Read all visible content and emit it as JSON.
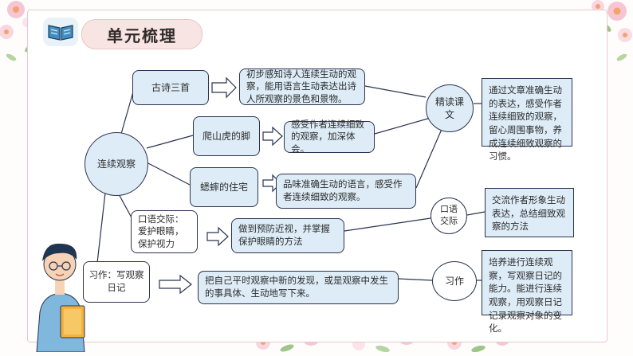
{
  "header": {
    "title": "单元梳理",
    "icon": "open-book-icon"
  },
  "colors": {
    "node_fill": "#ddecf7",
    "node_stroke": "#2b3350",
    "title_bg": "#f8e4e2",
    "frame": "#e6c9d0"
  },
  "diagram": {
    "center": "连续观察",
    "poems": "古诗三首",
    "poems_desc": "初步感知诗人连续生动的观察，能用语言生动表达出诗人所观察的景色和景物。",
    "ivy": "爬山虎的脚",
    "ivy_desc": "感受作者连续细致的观察，加深体会。",
    "cricket": "蟋蟀的住宅",
    "cricket_desc": "品味准确生动的语言，感受作者连续细致的观察。",
    "reading_circle": "精读课文",
    "reading_desc": "通过文章准确生动的表达，感受作者连续细致的观察，留心周围事物，养成连续细致观察的习惯。",
    "oral": "口语交际：\n爱护眼睛，\n保护视力",
    "oral_desc": "做到预防近视，并掌握保护眼睛的方法",
    "oral_circle": "口语交际",
    "oral_circle_desc": "交流作者形象生动表达，总结细致观察的方法",
    "writing": "习作：写观察日记",
    "writing_desc": "把自己平时观察中新的发现，或是观察中发生的事具体、生动地写下来。",
    "writing_circle": "习作",
    "writing_circle_desc": "培养进行连续观察，写观察日记的能力。能进行连续观察，用观察日记记录观察对象的变化。"
  }
}
